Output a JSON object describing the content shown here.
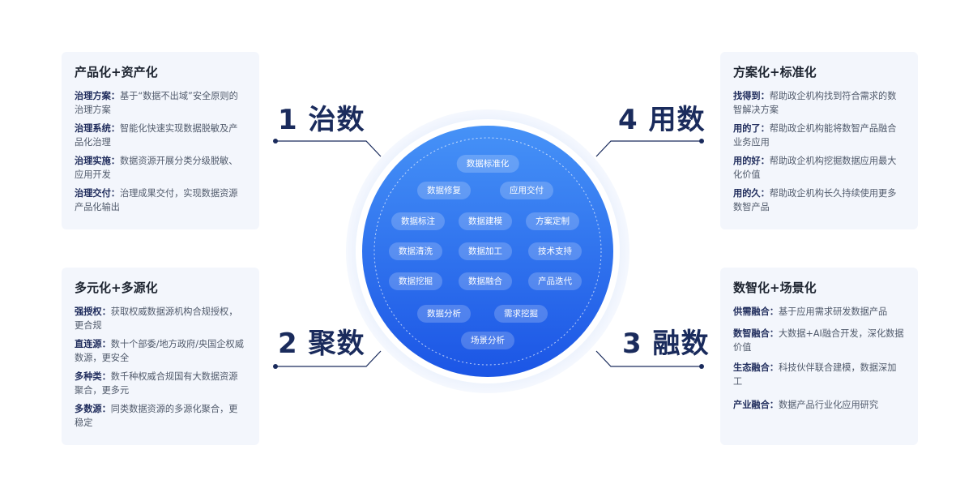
{
  "pillars": [
    {
      "label": "1 治数"
    },
    {
      "label": "2 聚数"
    },
    {
      "label": "3 融数"
    },
    {
      "label": "4 用数"
    }
  ],
  "cards": [
    {
      "title": "产品化+资产化",
      "items": [
        {
          "key": "治理方案：",
          "text": "基于“数据不出域”安全原则的治理方案"
        },
        {
          "key": "治理系统：",
          "text": "智能化快速实现数据脱敏及产品化治理"
        },
        {
          "key": "治理实施：",
          "text": "数据资源开展分类分级脱敏、应用开发"
        },
        {
          "key": "治理交付：",
          "text": "治理成果交付，实现数据资源产品化输出"
        }
      ]
    },
    {
      "title": "多元化+多源化",
      "items": [
        {
          "key": "强授权：",
          "text": "获取权威数据源机构合规授权，更合规"
        },
        {
          "key": "直连源：",
          "text": "数十个部委/地方政府/央国企权威数源，更安全"
        },
        {
          "key": "多种类：",
          "text": "数千种权威合规国有大数据资源聚合，更多元"
        },
        {
          "key": "多数源：",
          "text": "同类数据资源的多源化聚合，更稳定"
        }
      ]
    },
    {
      "title": "方案化+标准化",
      "items": [
        {
          "key": "找得到：",
          "text": "帮助政企机构找到符合需求的数智解决方案"
        },
        {
          "key": "用的了：",
          "text": "帮助政企机构能将数智产品融合业务应用"
        },
        {
          "key": "用的好：",
          "text": "帮助政企机构挖掘数据应用最大化价值"
        },
        {
          "key": "用的久：",
          "text": "帮助政企机构长久持续使用更多数智产品"
        }
      ]
    },
    {
      "title": "数智化+场景化",
      "items": [
        {
          "key": "供需融合：",
          "text": "基于应用需求研发数据产品"
        },
        {
          "key": "数智融合：",
          "text": "大数据+AI融合开发，深化数据价值"
        },
        {
          "key": "生态融合：",
          "text": "科技伙伴联合建模，数据深加工"
        },
        {
          "key": "产业融合：",
          "text": "数据产品行业化应用研究"
        }
      ]
    }
  ],
  "circle_tags": [
    "数据标准化",
    "数据修复",
    "应用交付",
    "数据标注",
    "数据建模",
    "方案定制",
    "数据清洗",
    "数据加工",
    "技术支持",
    "数据挖掘",
    "数据融合",
    "产品迭代",
    "数据分析",
    "需求挖掘",
    "场景分析"
  ],
  "colors": {
    "circle_top": "#3f8cf6",
    "circle_bottom": "#1d58e6",
    "title_text": "#1a2b5c",
    "card_bg": "#f3f6fc",
    "connector": "#1a2b5c"
  }
}
